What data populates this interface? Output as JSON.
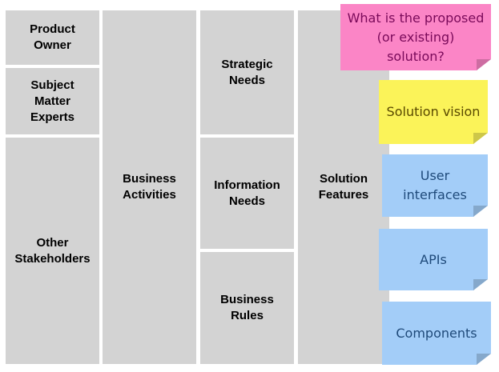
{
  "columns": {
    "stakeholders": {
      "product_owner": "Product\nOwner",
      "subject_matter_experts": "Subject\nMatter\nExperts",
      "other_stakeholders": "Other\nStakeholders"
    },
    "business_activities": "Business\nActivities",
    "needs": {
      "strategic": "Strategic\nNeeds",
      "information": "Information\nNeeds",
      "business_rules": "Business\nRules"
    },
    "solution_features": "Solution\nFeatures"
  },
  "notes": {
    "question": "What is the proposed\n(or existing)\nsolution?",
    "solution_vision": "Solution vision",
    "user_interfaces": "User\ninterfaces",
    "apis": "APIs",
    "components": "Components"
  },
  "colors": {
    "cell_gray": "#d3d3d3",
    "note_pink": "#fb85c6",
    "note_yellow": "#fbf359",
    "note_blue": "#a3cdf8"
  }
}
